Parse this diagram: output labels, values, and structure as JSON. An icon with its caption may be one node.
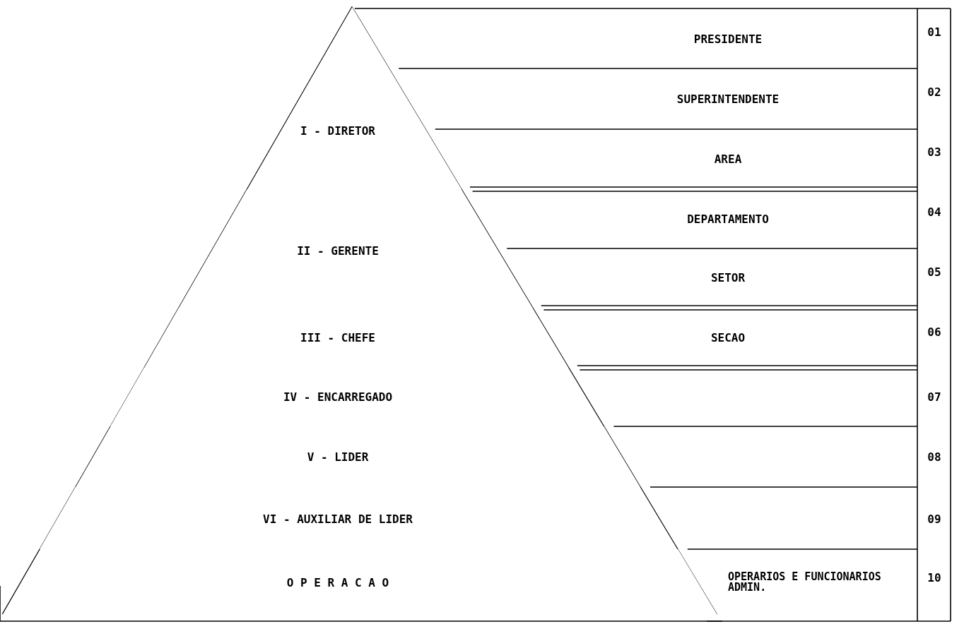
{
  "diagram": {
    "nodes": [
      {
        "text": [
          "I - DIRETOR"
        ]
      },
      {
        "text": [
          "II - GERENTE"
        ]
      },
      {
        "text": [
          "III - CHEFE"
        ]
      },
      {
        "text": [
          "IV - ENCARREGADO"
        ]
      },
      {
        "text": [
          "V - LIDER"
        ]
      },
      {
        "text": [
          "VI - AUXILIAR DE LIDER"
        ]
      },
      {
        "text": [
          "O P E R A C A O"
        ]
      }
    ],
    "edges": [],
    "labels": [
      "PRESIDENTE",
      "01",
      "SUPERINTENDENTE",
      "02",
      "AREA",
      "03",
      "DEPARTAMENTO",
      "04",
      "SETOR",
      "05",
      "SECAO",
      "06",
      "07",
      "08",
      "09",
      "OPERARIOS E FUNCIONARIOS ADMIN.",
      "10"
    ]
  }
}
